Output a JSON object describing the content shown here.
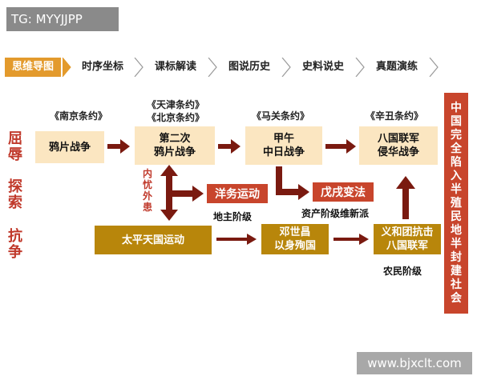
{
  "corner_tag": "TG: MYYJJPP",
  "watermark": "www.bjxclt.com",
  "nav": {
    "items": [
      "思维导图",
      "时序坐标",
      "课标解读",
      "图说历史",
      "史料说史",
      "真题演练"
    ],
    "active_index": 0
  },
  "side_labels": [
    "屈辱",
    "探索",
    "抗争"
  ],
  "treaties": {
    "nanjing": "《南京条约》",
    "tianjin": "《天津条约》",
    "beijing": "《北京条约》",
    "maguan": "《马关条约》",
    "xinchou": "《辛丑条约》"
  },
  "wars": {
    "opium1": "鸦片战争",
    "opium2_line1": "第二次",
    "opium2_line2": "鸦片战争",
    "sino_jp_line1": "甲午",
    "sino_jp_line2": "中日战争",
    "eight_nation_line1": "八国联军",
    "eight_nation_line2": "侵华战争"
  },
  "movements": {
    "westernization": "洋务运动",
    "reform": "戊戌变法"
  },
  "classes": {
    "landlord": "地主阶级",
    "bourgeois": "资产阶级维新派",
    "peasant": "农民阶级"
  },
  "resistance": {
    "taiping": "太平天国运动",
    "deng_line1": "邓世昌",
    "deng_line2": "以身殉国",
    "boxer_line1": "义和团抗击",
    "boxer_line2": "八国联军"
  },
  "inner_outer": "内忧外患",
  "conclusion": "中国完全陷入半殖民地半封建社会",
  "colors": {
    "cream": "#fbe6c1",
    "red": "#c8452c",
    "gold": "#b8860b",
    "arrow": "#7a1a10",
    "nav_active": "#e39a2c"
  }
}
